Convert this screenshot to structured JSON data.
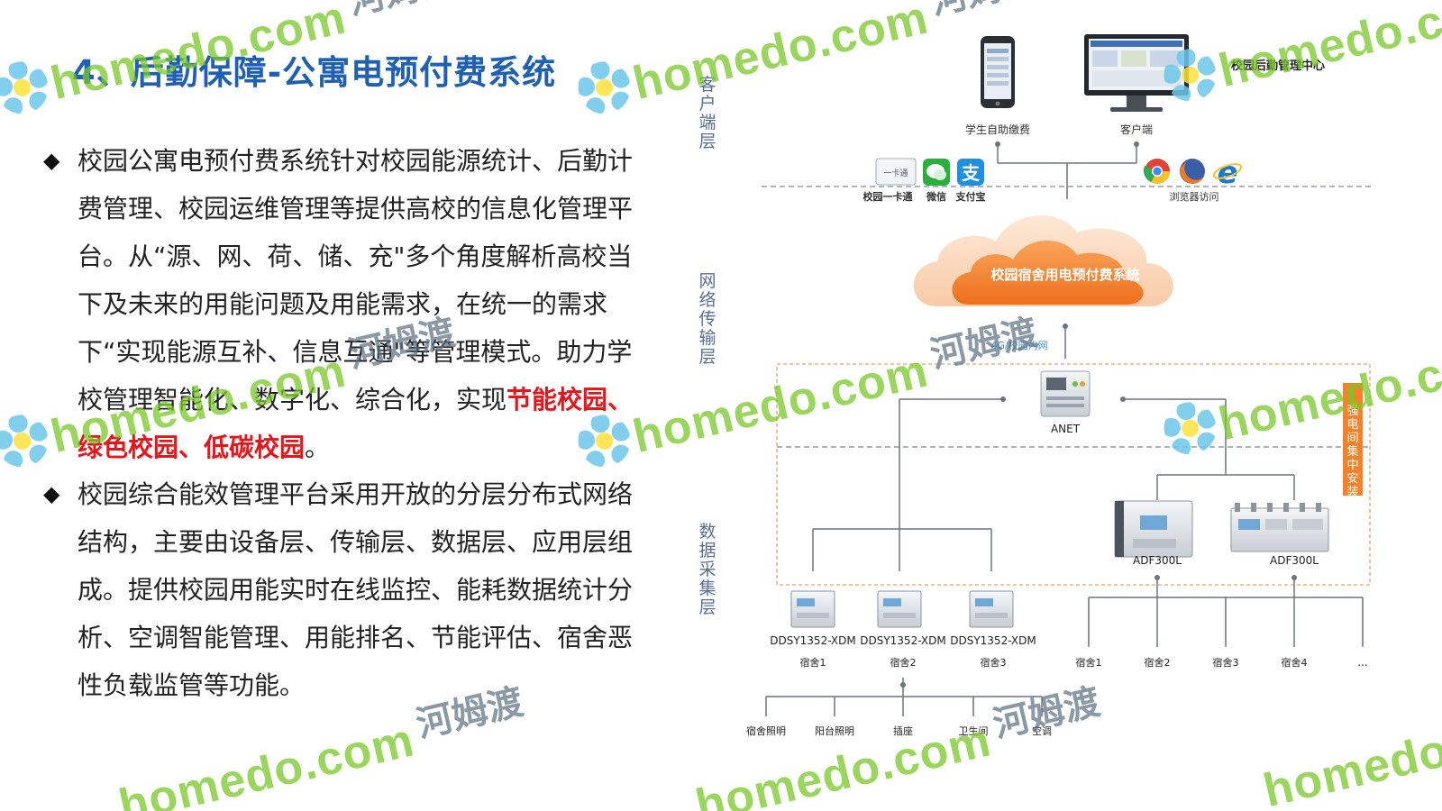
{
  "slide": {
    "title": "4、后勤保障-公寓电预付费系统",
    "bullet_marker": "◆",
    "bullet1_text": "校园公寓电预付费系统针对校园能源统计、后勤计费管理、校园运维管理等提供高校的信息化管理平台。从“源、网、荷、储、充\"多个角度解析高校当下及未来的用能问题及用能需求，在统一的需求下“实现能源互补、信息互通\"等管理模式。助力学校管理智能化、数字化、综合化，实现",
    "bullet1_highlight": "节能校园、绿色校园、低碳校园",
    "bullet1_end": "。",
    "bullet2_text": "校园综合能效管理平台采用开放的分层分布式网络结构，主要由设备层、传输层、数据层、应用层组成。提供校园用能实时在线监控、能耗数据统计分析、空调智能管理、用能排名、节能评估、宿舍恶性负载监管等功能。"
  },
  "diagram": {
    "layer_client": "客户端层",
    "layer_network": "网络传输层",
    "layer_data": "数据采集层",
    "mgmt_center": "校园后勤管理中心",
    "student_pay": "学生自助缴费",
    "client": "客户端",
    "card_icon_text": "一卡通",
    "campus_card": "校园一卡通",
    "wechat": "微信",
    "alipay": "支付宝",
    "browser": "浏览器访问",
    "cloud_label": "校园宿舍用电预付费系统",
    "net_label": "4G/校园内网",
    "gateway": "ANET",
    "side_label": "强电间集中安装",
    "meter_big_1": "ADF300L",
    "meter_big_2": "ADF300L",
    "meter_small_model": "DDSY1352-XDM",
    "dorm1": "宿舍1",
    "dorm2": "宿舍2",
    "dorm3": "宿舍3",
    "dorm4": "宿舍4",
    "ellipsis": "...",
    "load_light": "宿舍照明",
    "load_balcony": "阳台照明",
    "load_socket": "插座",
    "load_bath": "卫生间",
    "load_ac": "空调"
  },
  "watermark": {
    "latin": "homedo.com",
    "cn": "河姆渡"
  },
  "colors": {
    "title": "#1f5fb4",
    "highlight": "#e8141a",
    "cloud": "#f07a22",
    "layer_label": "#5a6e94",
    "side_box": "#f5822a",
    "watermark_green": "#78c828"
  }
}
